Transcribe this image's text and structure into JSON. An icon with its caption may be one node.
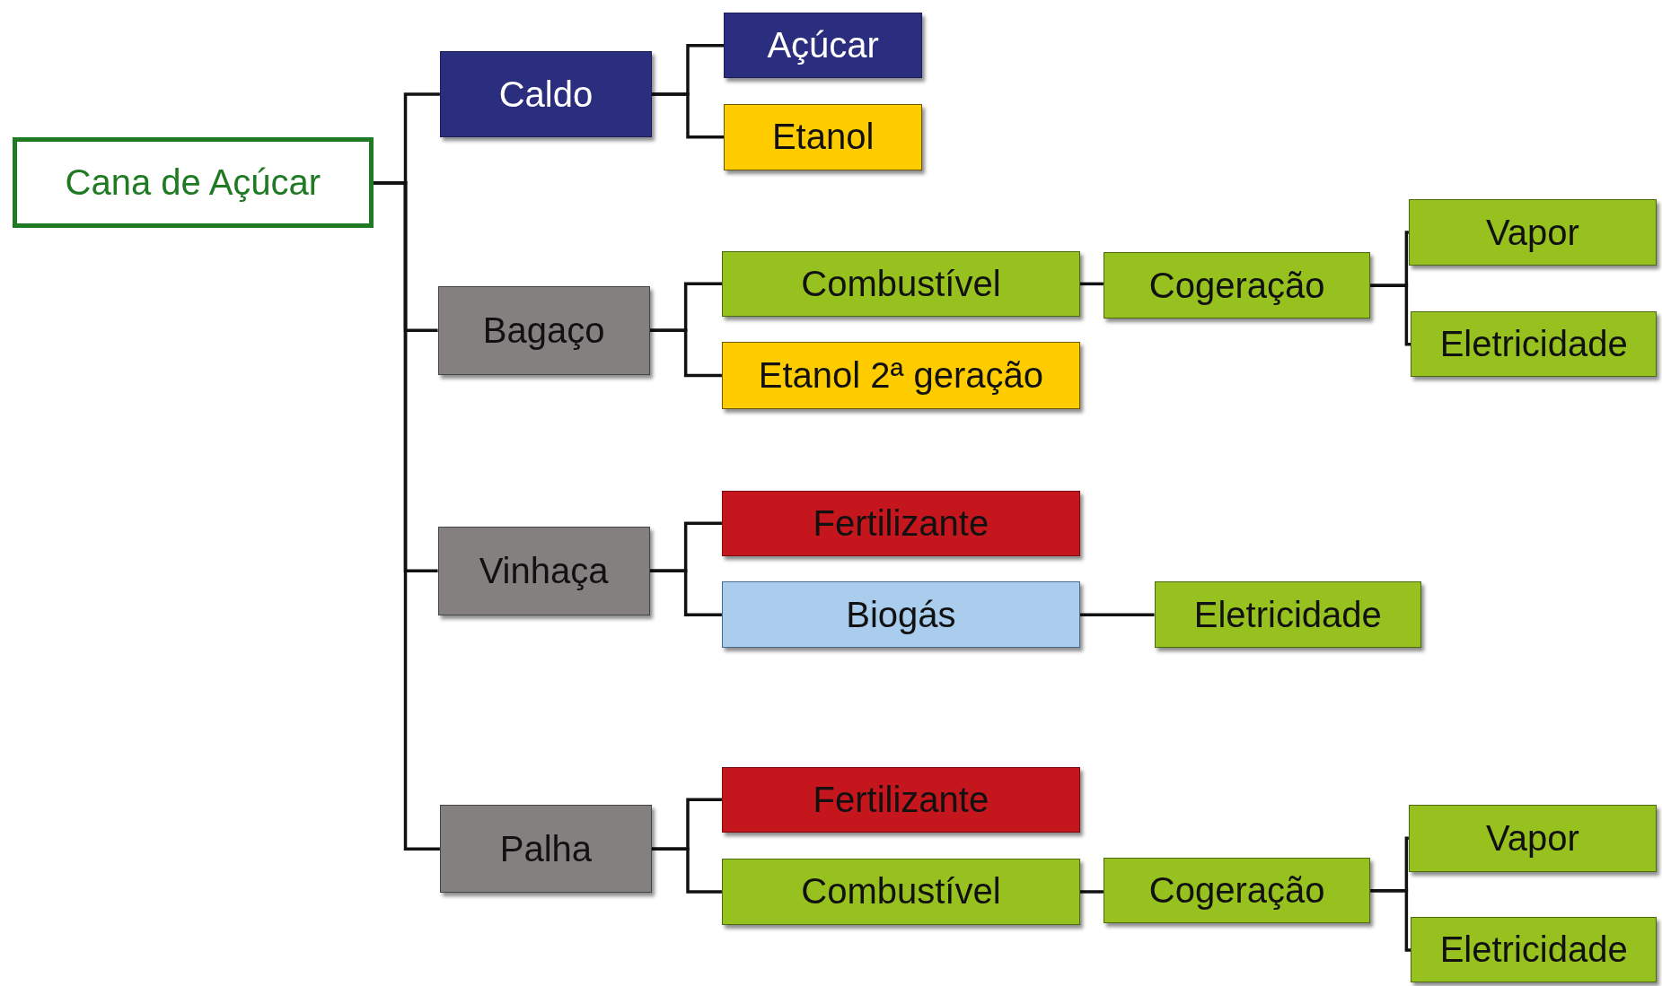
{
  "diagram": {
    "nodes": [
      {
        "text": [
          "Cana de Açúcar"
        ]
      },
      {
        "text": [
          "Caldo"
        ]
      },
      {
        "text": [
          "Açúcar"
        ]
      },
      {
        "text": [
          "Etanol"
        ]
      },
      {
        "text": [
          "Bagaço"
        ]
      },
      {
        "text": [
          "Combustível"
        ]
      },
      {
        "text": [
          "Cogeração"
        ]
      },
      {
        "text": [
          "Vapor"
        ]
      },
      {
        "text": [
          "Eletricidade"
        ]
      },
      {
        "text": [
          "Etanol 2ª geração"
        ]
      },
      {
        "text": [
          "Vinhaça"
        ]
      },
      {
        "text": [
          "Fertilizante"
        ]
      },
      {
        "text": [
          "Biogás"
        ]
      },
      {
        "text": [
          "Eletricidade"
        ]
      },
      {
        "text": [
          "Palha"
        ]
      },
      {
        "text": [
          "Fertilizante"
        ]
      },
      {
        "text": [
          "Combustível"
        ]
      },
      {
        "text": [
          "Cogeração"
        ]
      },
      {
        "text": [
          "Vapor"
        ]
      },
      {
        "text": [
          "Eletricidade"
        ]
      }
    ],
    "edges": [
      {
        "from": 0,
        "to": 1,
        "arrow": "none"
      },
      {
        "from": 0,
        "to": 4,
        "arrow": "none"
      },
      {
        "from": 0,
        "to": 10,
        "arrow": "none"
      },
      {
        "from": 0,
        "to": 14,
        "arrow": "none"
      },
      {
        "from": 1,
        "to": 2,
        "arrow": "none"
      },
      {
        "from": 1,
        "to": 3,
        "arrow": "none"
      },
      {
        "from": 4,
        "to": 5,
        "arrow": "none"
      },
      {
        "from": 4,
        "to": 9,
        "arrow": "none"
      },
      {
        "from": 5,
        "to": 6,
        "arrow": "none"
      },
      {
        "from": 6,
        "to": 7,
        "arrow": "none"
      },
      {
        "from": 6,
        "to": 8,
        "arrow": "none"
      },
      {
        "from": 10,
        "to": 11,
        "arrow": "none"
      },
      {
        "from": 10,
        "to": 12,
        "arrow": "none"
      },
      {
        "from": 12,
        "to": 13,
        "arrow": "none"
      },
      {
        "from": 14,
        "to": 15,
        "arrow": "none"
      },
      {
        "from": 14,
        "to": 16,
        "arrow": "none"
      },
      {
        "from": 16,
        "to": 17,
        "arrow": "none"
      },
      {
        "from": 17,
        "to": 18,
        "arrow": "none"
      },
      {
        "from": 17,
        "to": 19,
        "arrow": "none"
      }
    ]
  }
}
